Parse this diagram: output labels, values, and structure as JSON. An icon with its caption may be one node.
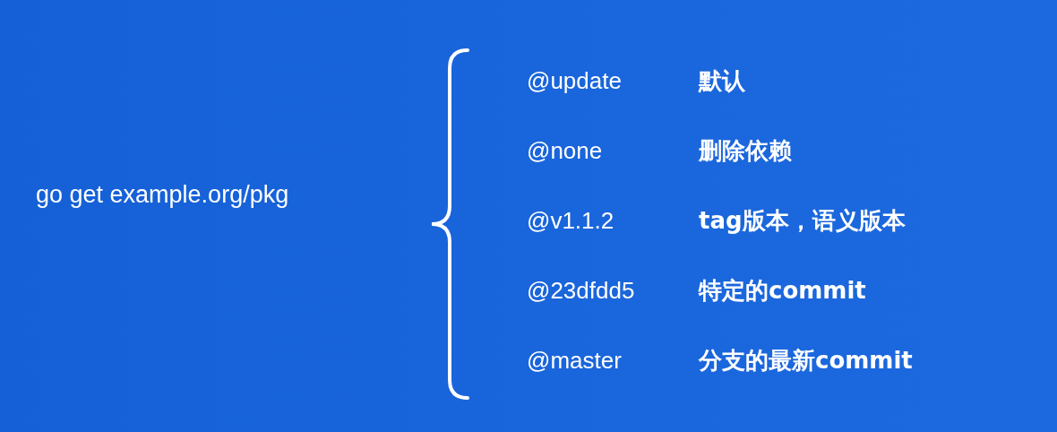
{
  "diagram": {
    "labels": [
      "go get example.org/pkg",
      "@update",
      "默认",
      "@none",
      "删除依赖",
      "@v1.1.2",
      "tag版本，语义版本",
      "@23dfdd5",
      "特定的commit",
      "@master",
      "分支的最新commit"
    ]
  }
}
